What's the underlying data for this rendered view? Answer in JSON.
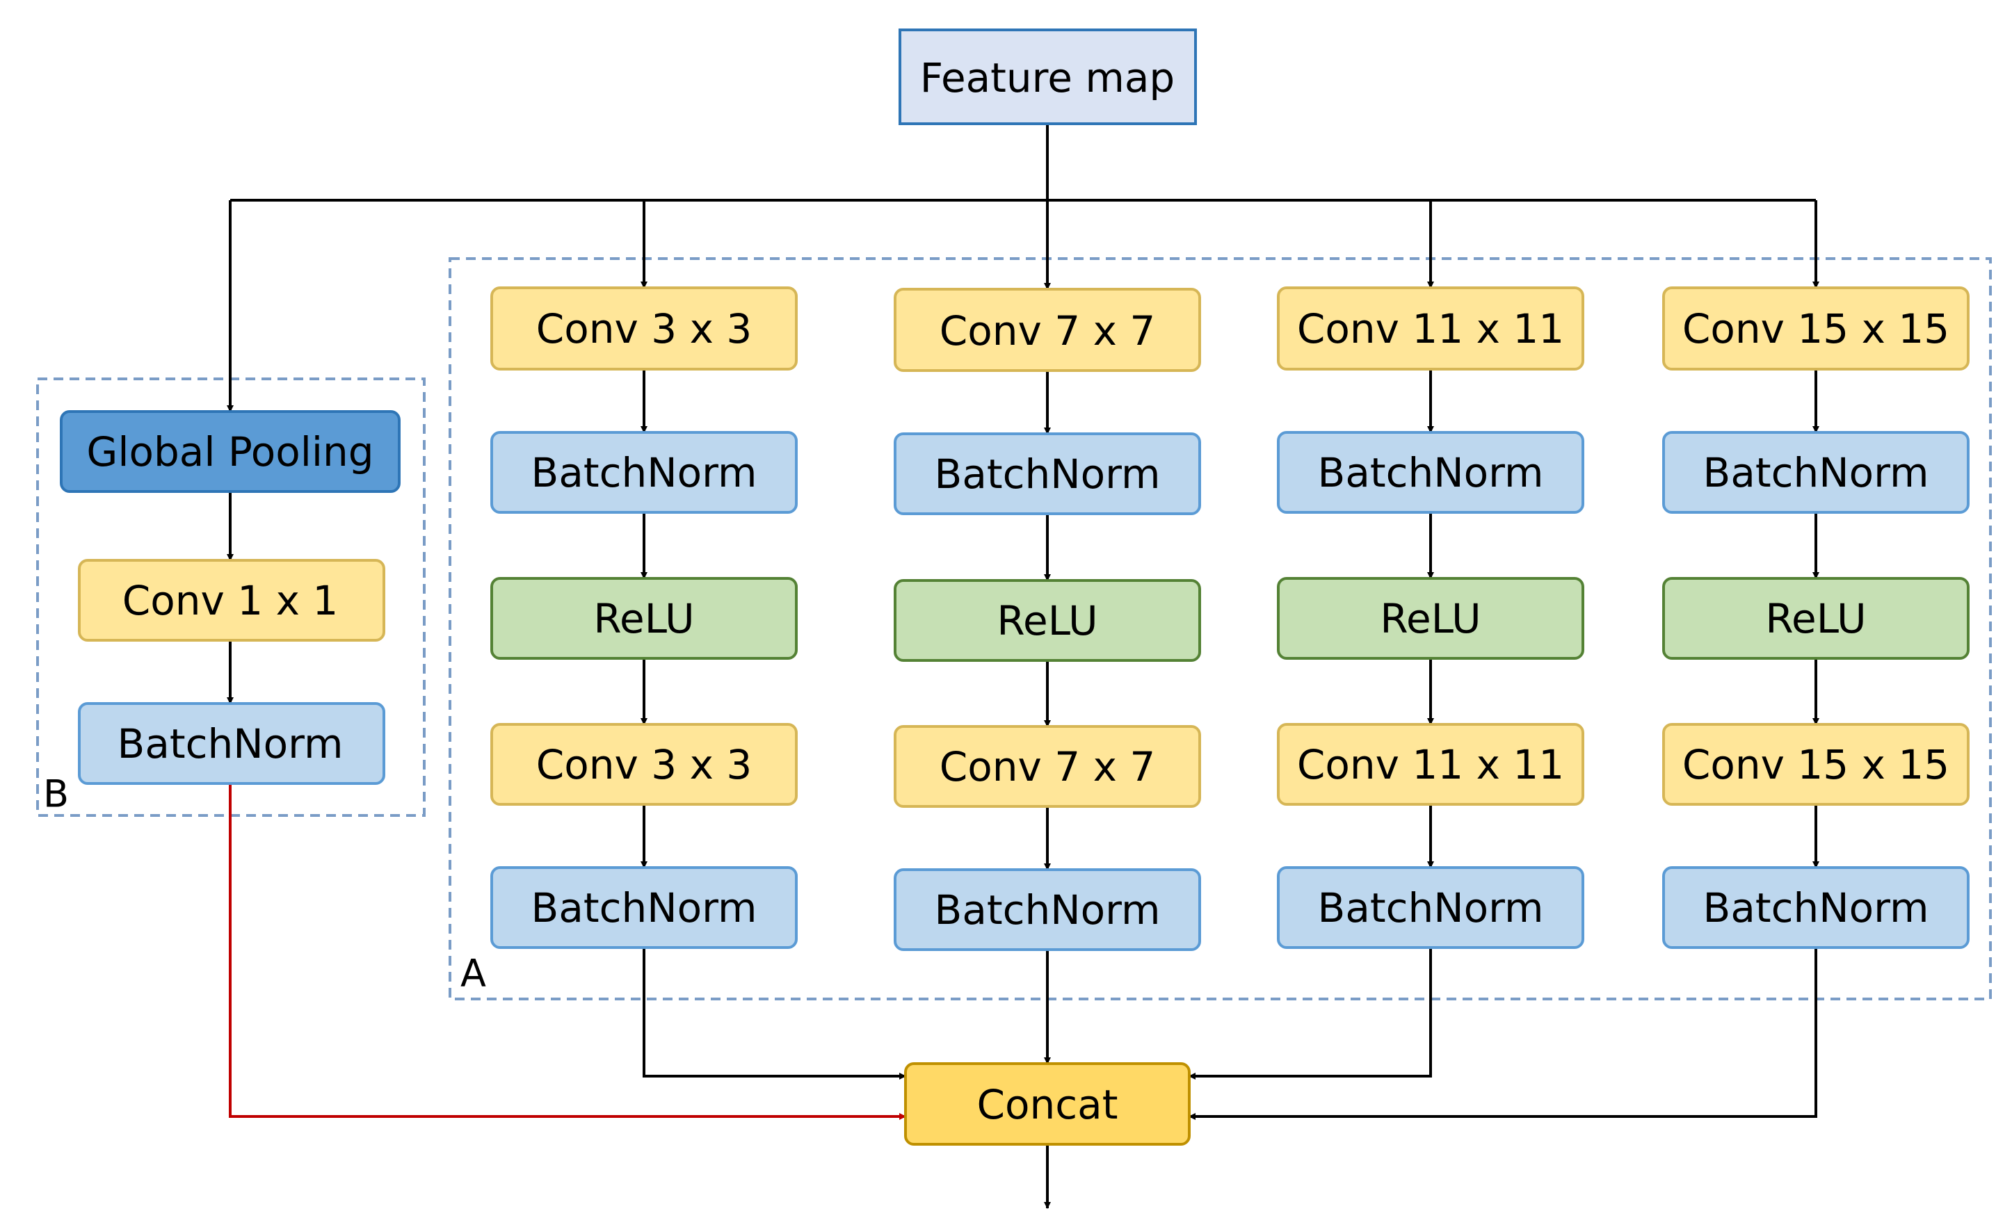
{
  "nodes": {
    "feature_map": "Feature map",
    "global_pooling": "Global Pooling",
    "conv_1x1": "Conv 1 x 1",
    "b_batchnorm": "BatchNorm",
    "concat": "Concat",
    "branches": [
      {
        "conv_a": "Conv 3 x 3",
        "bn_a": "BatchNorm",
        "relu": "ReLU",
        "conv_b": "Conv 3 x 3",
        "bn_b": "BatchNorm"
      },
      {
        "conv_a": "Conv 7 x 7",
        "bn_a": "BatchNorm",
        "relu": "ReLU",
        "conv_b": "Conv 7 x 7",
        "bn_b": "BatchNorm"
      },
      {
        "conv_a": "Conv 11 x 11",
        "bn_a": "BatchNorm",
        "relu": "ReLU",
        "conv_b": "Conv 11 x 11",
        "bn_b": "BatchNorm"
      },
      {
        "conv_a": "Conv 15 x 15",
        "bn_a": "BatchNorm",
        "relu": "ReLU",
        "conv_b": "Conv 15 x 15",
        "bn_b": "BatchNorm"
      }
    ]
  },
  "groups": {
    "a_label": "A",
    "b_label": "B"
  },
  "colors": {
    "conv_fill": "#ffe699",
    "conv_stroke": "#d6b656",
    "bn_fill": "#bdd7ee",
    "bn_stroke": "#5b9bd5",
    "relu_fill": "#c6e0b4",
    "relu_stroke": "#548235",
    "pool_fill": "#5b9bd5",
    "pool_stroke": "#2e75b6",
    "feature_fill": "#dae3f3",
    "feature_stroke": "#2e75b6",
    "concat_fill": "#ffd966",
    "concat_stroke": "#bf9000",
    "group_border": "#7a9cc6",
    "red_arrow": "#c00000"
  }
}
